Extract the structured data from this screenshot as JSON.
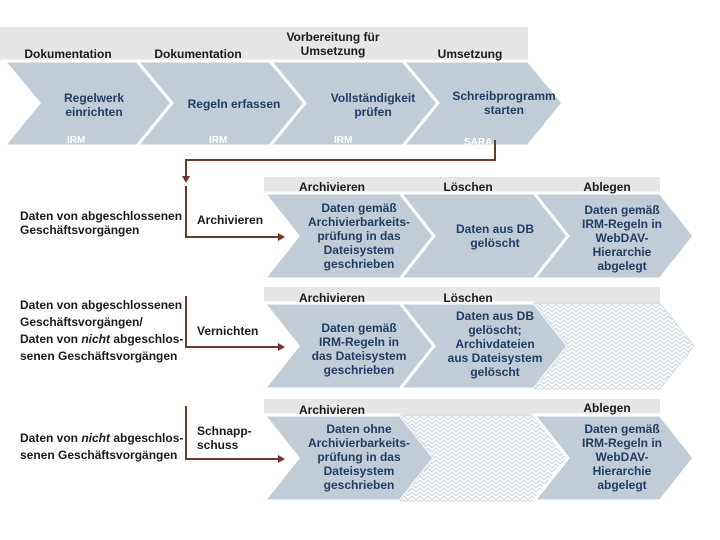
{
  "top": {
    "headers": [
      "Dokumentation",
      "Dokumentation",
      "Vorbereitung für\nUmsetzung",
      "Umsetzung"
    ],
    "steps": [
      "Regelwerk\neinrichten",
      "Regeln erfassen",
      "Vollständigkeit\nprüfen",
      "Schreibprogramm\nstarten"
    ],
    "tags": [
      "IRM",
      "IRM",
      "IRM",
      "SARA"
    ]
  },
  "rows": [
    {
      "condition": "Daten von abgeschlossenen\nGeschäftsvorgängen",
      "action": "Archivieren",
      "headers": [
        "Archivieren",
        "Löschen",
        "Ablegen"
      ],
      "cells": [
        "Daten gemäß\nArchivierbarkeits-\nprüfung in das\nDateisystem\ngeschrieben",
        "Daten aus DB\ngelöscht",
        "Daten gemäß\nIRM-Regeln in\nWebDAV-\nHierarchie\nabgelegt"
      ]
    },
    {
      "condition_parts": [
        "Daten von abgeschlossenen",
        "Geschäftsvorgängen/",
        "Daten von ",
        "nicht",
        " abgeschlos-",
        "senen Geschäftsvorgängen"
      ],
      "action": "Vernichten",
      "headers": [
        "Archivieren",
        "Löschen"
      ],
      "cells": [
        "Daten gemäß\nIRM-Regeln in\ndas Dateisystem\ngeschrieben",
        "Daten aus DB\ngelöscht;\nArchivdateien\naus Dateisystem\ngelöscht"
      ]
    },
    {
      "condition_parts": [
        "Daten von ",
        "nicht",
        " abgeschlos-",
        "senen Geschäftsvorgängen"
      ],
      "action": "Schnapp-\nschuss",
      "headers": [
        "Archivieren",
        "Ablegen"
      ],
      "cells": [
        "Daten ohne\nArchivierbarkeits-\nprüfung in das\nDateisystem\ngeschrieben",
        "Daten gemäß\nIRM-Regeln in\nWebDAV-\nHierarchie\nabgelegt"
      ]
    }
  ],
  "colors": {
    "header_bar": "#e6e6e6",
    "arrow_fill": "#c2ccd6",
    "arrow_stroke": "#ffffff",
    "connector": "#6b3a2a"
  }
}
